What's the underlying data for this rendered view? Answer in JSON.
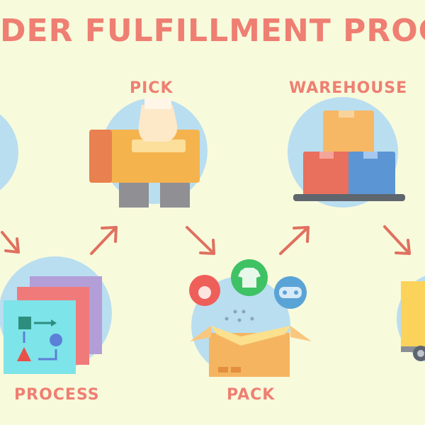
{
  "title": "DER FULFILLMENT PROCE",
  "steps": [
    {
      "label": "PICK"
    },
    {
      "label": "WAREHOUSE"
    },
    {
      "label": "PROCESS"
    },
    {
      "label": "PACK"
    }
  ],
  "colors": {
    "background": "#f8fadc",
    "label": "#ee7f72",
    "circle": "#b9def0",
    "arrow": "#e0705f"
  },
  "icons": [
    "hand-icon",
    "box-icon",
    "boxes-pallet-icon",
    "document-stack-icon",
    "open-box-icon",
    "apple-icon",
    "shirt-icon",
    "gamepad-icon",
    "truck-icon"
  ]
}
